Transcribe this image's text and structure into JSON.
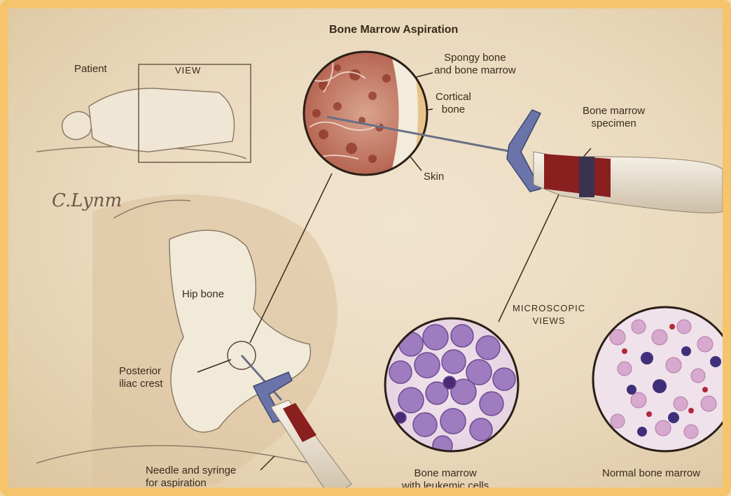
{
  "title": "Bone Marrow Aspiration",
  "labels": {
    "patient": "Patient",
    "view": "VIEW",
    "spongy_bone_line1": "Spongy bone",
    "spongy_bone_line2": "and bone marrow",
    "cortical_line1": "Cortical",
    "cortical_line2": "bone",
    "skin": "Skin",
    "specimen_line1": "Bone marrow",
    "specimen_line2": "specimen",
    "hip_bone": "Hip bone",
    "posterior_line1": "Posterior",
    "posterior_line2": "iliac crest",
    "needle_line1": "Needle and syringe",
    "needle_line2": "for aspiration",
    "microscopic_line1": "MICROSCOPIC",
    "microscopic_line2": "VIEWS",
    "leukemic_line1": "Bone marrow",
    "leukemic_line2": "with leukemic cells",
    "normal": "Normal bone marrow"
  },
  "signature": "C.Lynm",
  "colors": {
    "frame": "#f6c46d",
    "background": "#ead9bd",
    "marrow": "#a04a3a",
    "cells": "#7b4fa0",
    "syringe": "#6a74a8"
  }
}
